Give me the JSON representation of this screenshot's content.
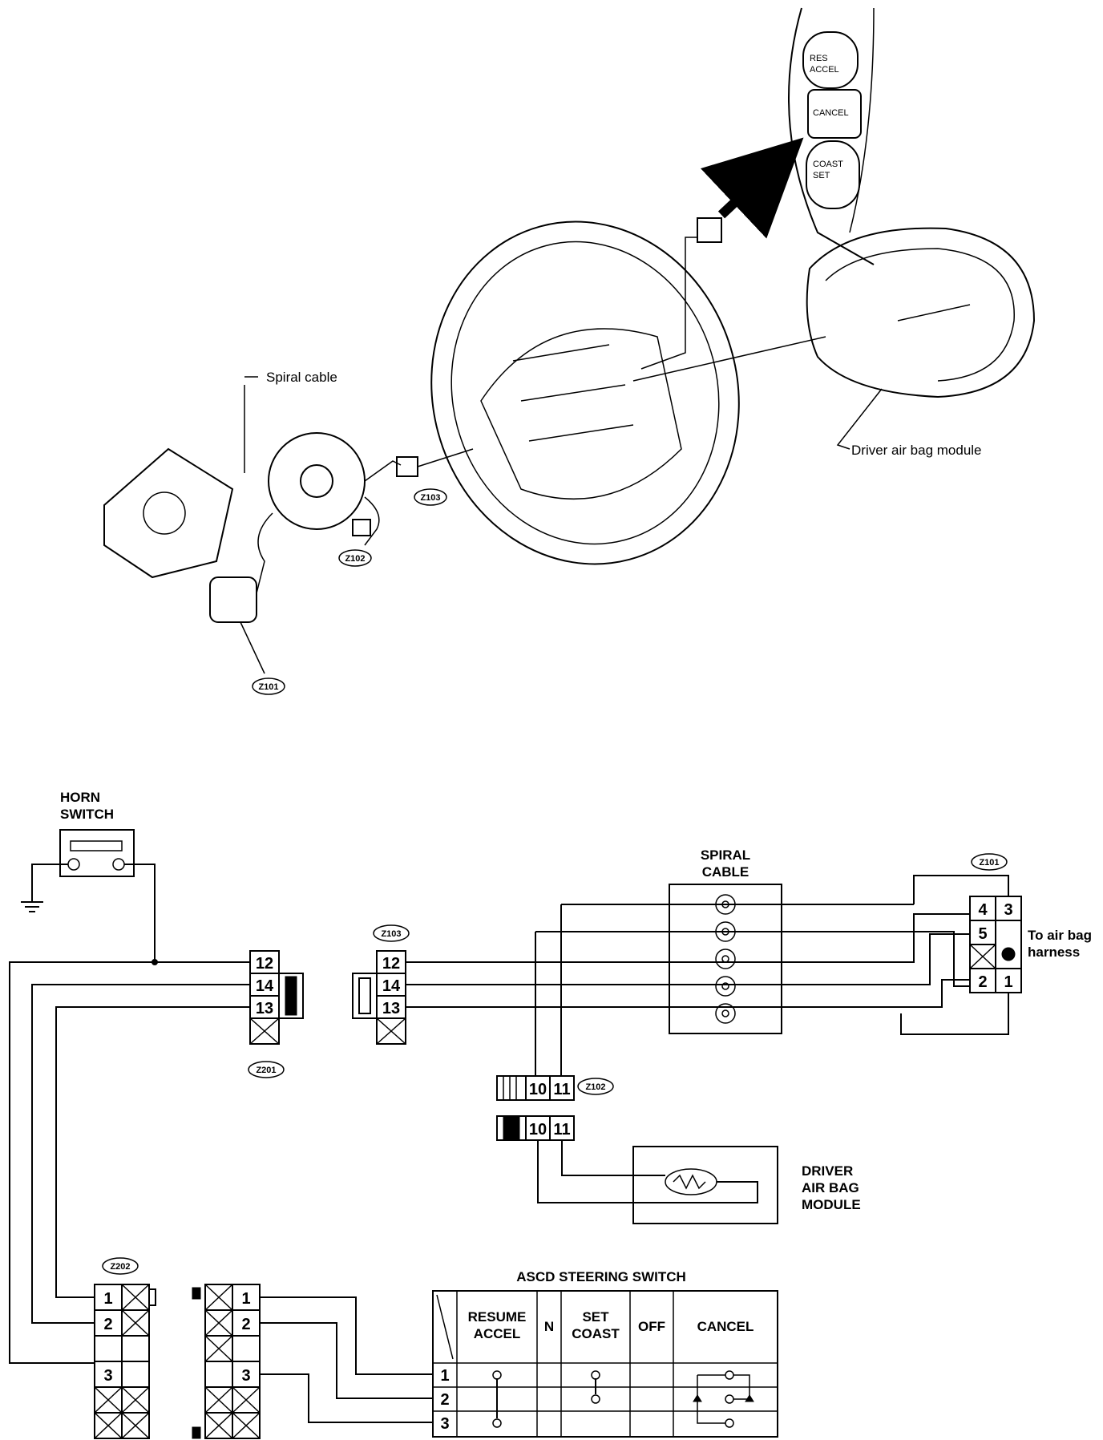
{
  "illustration": {
    "spiral_cable_label": "Spiral cable",
    "driver_airbag_label": "Driver air bag module",
    "btn_res": [
      "RES",
      "ACCEL"
    ],
    "btn_cancel": "CANCEL",
    "btn_coast": [
      "COAST",
      "SET"
    ],
    "conn_z101": "Z101",
    "conn_z102": "Z102",
    "conn_z103": "Z103"
  },
  "schematic": {
    "horn_switch": [
      "HORN",
      "SWITCH"
    ],
    "spiral_cable": [
      "SPIRAL",
      "CABLE"
    ],
    "air_bag_harness": [
      "To air bag",
      "harness"
    ],
    "driver_air_bag_module": [
      "DRIVER",
      "AIR BAG",
      "MODULE"
    ],
    "connectors": {
      "z101": "Z101",
      "z102": "Z102",
      "z103": "Z103",
      "z201": "Z201",
      "z202": "Z202"
    },
    "z201_pins": [
      "12",
      "14",
      "13"
    ],
    "z103_pins": [
      "12",
      "14",
      "13"
    ],
    "z101_pins": [
      "4",
      "3",
      "5",
      "2",
      "1"
    ],
    "z102_pins": [
      "10",
      "11"
    ],
    "z202_pins": [
      "1",
      "2",
      "3"
    ],
    "mate_pins": [
      "1",
      "2",
      "3"
    ],
    "ascd": {
      "title": "ASCD STEERING SWITCH",
      "headers": [
        [
          "RESUME",
          "ACCEL"
        ],
        [
          "N"
        ],
        [
          "SET",
          "COAST"
        ],
        [
          "OFF"
        ],
        [
          "CANCEL"
        ]
      ],
      "rows": [
        "1",
        "2",
        "3"
      ]
    }
  }
}
